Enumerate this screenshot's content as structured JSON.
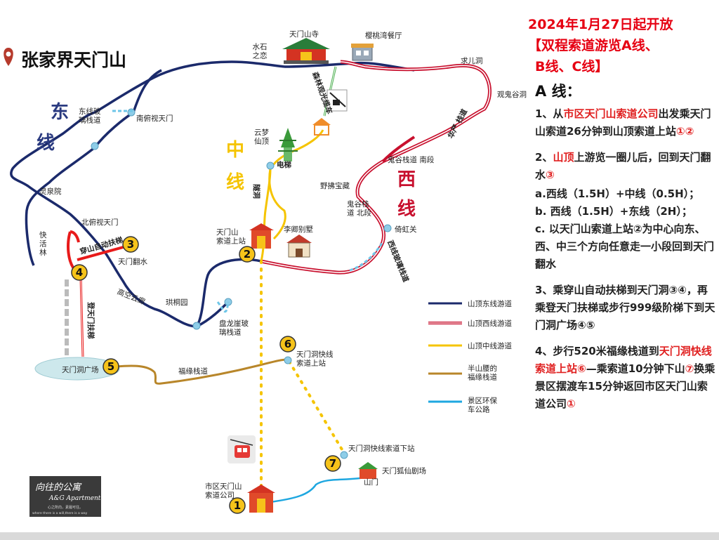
{
  "title": "张家界天门山",
  "map": {
    "line_labels": {
      "east_1": "东",
      "east_2": "线",
      "middle_1": "中",
      "middle_2": "线",
      "west_1": "西",
      "west_2": "线"
    },
    "places": {
      "shuishi": "水石\n之恋",
      "tianmen_temple": "天门山寺",
      "yingtao_restaurant": "樱桃湾餐厅",
      "qiuer_cave": "求儿洞",
      "guangui_valley": "观鬼谷洞",
      "east_glass": "东线玻\n璃栈道",
      "nanfu": "南俯视天门",
      "forest_cable": "森林观光缆车",
      "yunmeng": "云梦\n仙顶",
      "elevator": "电梯",
      "sui_cave": "隧洞",
      "guigu_south": "鬼谷栈道 南段",
      "yaoyao": "野拂宝藏",
      "guigu_north": "鬼谷栈\n道 北段",
      "qihong_pass": "倚虹关",
      "lingquan": "灵泉院",
      "beifu": "北俯视天门",
      "kuaihuolin": "快\n活\n林",
      "escalator": "穿山自动扶梯",
      "top_station": "天门山\n索道上站",
      "li_villa": "李卿别墅",
      "tianmen_fanshui": "天门翻水",
      "gaokong": "高空云廊",
      "gongtong": "珙桐园",
      "panlong": "盘龙崖玻\n璃栈道",
      "west_glass": "西线玻璃栈道",
      "deng_escalator": "登天门扶梯",
      "tianmen_square": "天门洞广场",
      "fuyuan": "福缘栈道",
      "quick_up": "天门洞快线\n索道上站",
      "quick_down": "天门洞快线索道下站",
      "fox_theater": "天门狐仙剧场",
      "shanmen": "山门",
      "city_station": "市区天门山\n索道公司",
      "huayan": "华严\n栈道"
    },
    "markers": [
      "1",
      "2",
      "3",
      "4",
      "5",
      "6",
      "7"
    ],
    "colors": {
      "east": "#1b2a6b",
      "west": "#c8102e",
      "middle": "#f5c400",
      "half": "#b8862a",
      "bus": "#1ea7e0",
      "marker": "#f6c31a"
    }
  },
  "legend": [
    {
      "label": "山顶东线游道",
      "kind": "east"
    },
    {
      "label": "山顶西线游道",
      "kind": "west"
    },
    {
      "label": "山顶中线游道",
      "kind": "middle"
    },
    {
      "label": "半山腰的\n福缘栈道",
      "kind": "half"
    },
    {
      "label": "景区环保\n车公路",
      "kind": "bus"
    }
  ],
  "watermark": {
    "name": "向往的公寓",
    "en": "A&G Apartment",
    "slogan": "心之所向，素履可往。",
    "slogan_en": "where there is a will,there is a way"
  },
  "panel": {
    "headline": "2024年1月27日起开放",
    "sub1": "【双程索道游览A线、",
    "sub2": "B线、C线】",
    "a_line": "A 线：",
    "s1_a": "1、从",
    "s1_b": "市区天门山索道公司",
    "s1_c": "出发乘天门山索道26分钟到山顶索道上站",
    "s1_d": "①②",
    "s2_a": "2、",
    "s2_b": "山顶",
    "s2_c": "上游览一圈儿后，回到天门翻水",
    "s2_d": "③",
    "s2_e": "a.西线（1.5H）+中线（0.5H）；",
    "s2_f": "b. 西线（1.5H）+东线（2H）；",
    "s2_g": "c. 以天门山索道上站②为中心向东、西、中三个方向任意走一小段回到天门翻水",
    "s3": "3、乘穿山自动扶梯到天门洞③④，再乘登天门扶梯或步行999级阶梯下到天门洞广场④⑤",
    "s4_a": "4、步行520米福缘栈道到",
    "s4_b": "天门洞快线索道上站",
    "s4_c": "⑥",
    "s4_d": "—乘索道10分钟下山",
    "s4_e": "⑦",
    "s4_f": "换乘景区摆渡车15分钟返回市区天门山索道公司",
    "s4_g": "①"
  }
}
